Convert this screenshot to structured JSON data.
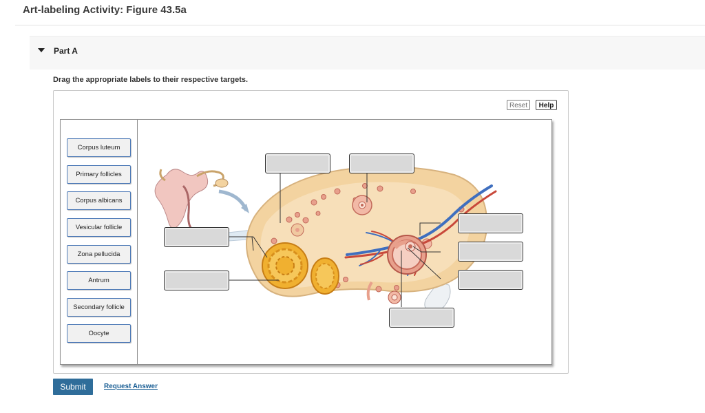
{
  "header": {
    "title": "Art-labeling Activity: Figure 43.5a"
  },
  "part": {
    "label": "Part A"
  },
  "instructions": "Drag the appropriate labels to their respective targets.",
  "toolbar": {
    "reset": "Reset",
    "help": "Help"
  },
  "label_bank": [
    "Corpus luteum",
    "Primary follicles",
    "Corpus albicans",
    "Vesicular follicle",
    "Zona pellucida",
    "Antrum",
    "Secondary follicle",
    "Oocyte"
  ],
  "colors": {
    "ovary_tissue": "#f3d3a0",
    "follicle_pink": "#e8a08c",
    "corpus_luteum": "#f0b030",
    "vein_blue": "#3f6fbf",
    "artery_red": "#c8483a",
    "submit_blue": "#2f6d9a",
    "chip_border": "#4b78b6"
  },
  "actions": {
    "submit": "Submit",
    "request_answer": "Request Answer"
  }
}
